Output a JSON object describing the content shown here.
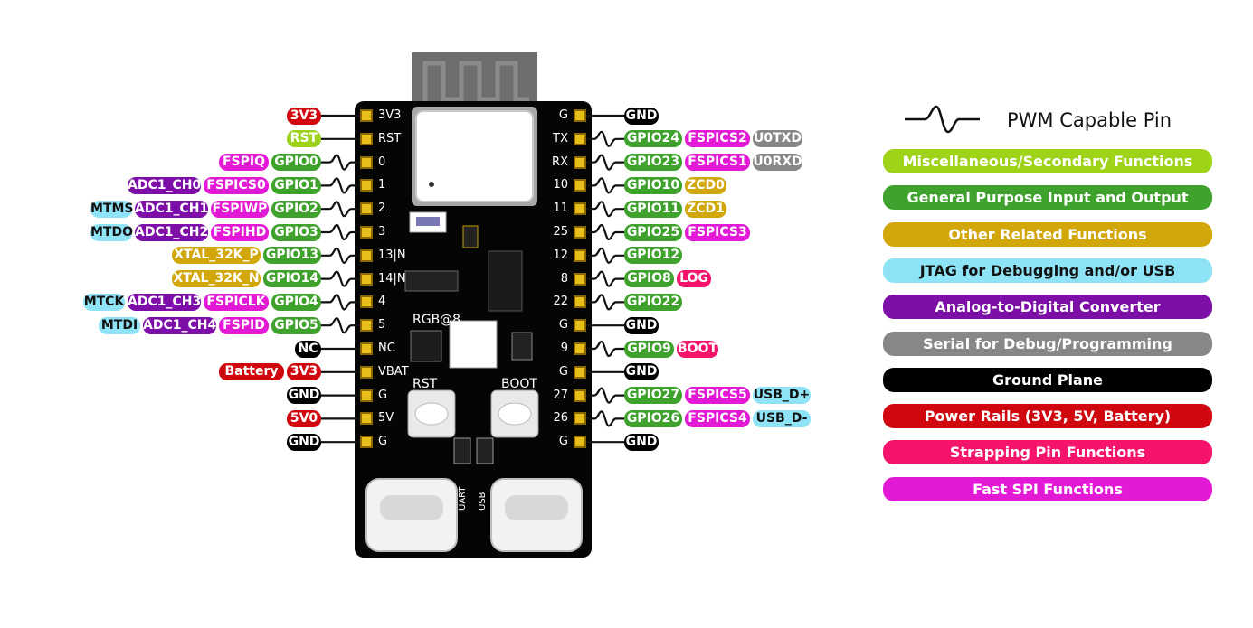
{
  "legend": {
    "pwm_label": "PWM Capable Pin",
    "items": [
      {
        "label": "Miscellaneous/Secondary Functions",
        "color": "#9fd31a"
      },
      {
        "label": "General Purpose Input and Output",
        "color": "#3fa22c"
      },
      {
        "label": "Other Related Functions",
        "color": "#d2a70c"
      },
      {
        "label": "JTAG for Debugging and/or USB",
        "color": "#8fe3f6"
      },
      {
        "label": "Analog-to-Digital Converter",
        "color": "#7d0ea8"
      },
      {
        "label": "Serial for Debug/Programming",
        "color": "#878787"
      },
      {
        "label": "Ground Plane",
        "color": "#000000"
      },
      {
        "label": "Power Rails (3V3, 5V, Battery)",
        "color": "#d0070e"
      },
      {
        "label": "Strapping Pin Functions",
        "color": "#f5136b"
      },
      {
        "label": "Fast SPI Functions",
        "color": "#e31ad5"
      }
    ]
  },
  "colors": {
    "misc": "#9fd31a",
    "gpio": "#3fa22c",
    "other": "#d2a70c",
    "jtag": "#8fe3f6",
    "adc": "#7d0ea8",
    "serial": "#878787",
    "gnd": "#000000",
    "power": "#d0070e",
    "strap": "#f5136b",
    "spi": "#e31ad5"
  },
  "board": {
    "silk_left": [
      "3V3",
      "RST",
      "0",
      "1",
      "2",
      "3",
      "13|N",
      "14|N",
      "4",
      "5",
      "NC",
      "VBAT",
      "G",
      "5V",
      "G"
    ],
    "silk_right": [
      "G",
      "TX",
      "RX",
      "10",
      "11",
      "25",
      "12",
      "8",
      "22",
      "G",
      "9",
      "G",
      "27",
      "26",
      "G"
    ],
    "rgb_label": "RGB@8",
    "rst_button": "RST",
    "boot_button": "BOOT",
    "uart_label": "UART",
    "usb_label": "USB"
  },
  "left_pins": [
    {
      "pwm": false,
      "labels": [
        {
          "t": "3V3",
          "c": "power"
        }
      ]
    },
    {
      "pwm": false,
      "labels": [
        {
          "t": "RST",
          "c": "misc"
        }
      ]
    },
    {
      "pwm": true,
      "labels": [
        {
          "t": "GPIO0",
          "c": "gpio"
        },
        {
          "t": "FSPIQ",
          "c": "spi"
        }
      ]
    },
    {
      "pwm": true,
      "labels": [
        {
          "t": "GPIO1",
          "c": "gpio"
        },
        {
          "t": "FSPICS0",
          "c": "spi"
        },
        {
          "t": "ADC1_CH0",
          "c": "adc"
        }
      ]
    },
    {
      "pwm": true,
      "labels": [
        {
          "t": "GPIO2",
          "c": "gpio"
        },
        {
          "t": "FSPIWP",
          "c": "spi"
        },
        {
          "t": "ADC1_CH1",
          "c": "adc"
        },
        {
          "t": "MTMS",
          "c": "jtag"
        }
      ]
    },
    {
      "pwm": true,
      "labels": [
        {
          "t": "GPIO3",
          "c": "gpio"
        },
        {
          "t": "FSPIHD",
          "c": "spi"
        },
        {
          "t": "ADC1_CH2",
          "c": "adc"
        },
        {
          "t": "MTDO",
          "c": "jtag"
        }
      ]
    },
    {
      "pwm": true,
      "labels": [
        {
          "t": "GPIO13",
          "c": "gpio"
        },
        {
          "t": "XTAL_32K_P",
          "c": "other"
        }
      ]
    },
    {
      "pwm": true,
      "labels": [
        {
          "t": "GPIO14",
          "c": "gpio"
        },
        {
          "t": "XTAL_32K_N",
          "c": "other"
        }
      ]
    },
    {
      "pwm": true,
      "labels": [
        {
          "t": "GPIO4",
          "c": "gpio"
        },
        {
          "t": "FSPICLK",
          "c": "spi"
        },
        {
          "t": "ADC1_CH3",
          "c": "adc"
        },
        {
          "t": "MTCK",
          "c": "jtag"
        }
      ]
    },
    {
      "pwm": true,
      "labels": [
        {
          "t": "GPIO5",
          "c": "gpio"
        },
        {
          "t": "FSPID",
          "c": "spi"
        },
        {
          "t": "ADC1_CH4",
          "c": "adc"
        },
        {
          "t": "MTDI",
          "c": "jtag"
        }
      ]
    },
    {
      "pwm": false,
      "labels": [
        {
          "t": "NC",
          "c": "gnd"
        }
      ]
    },
    {
      "pwm": false,
      "labels": [
        {
          "t": "3V3",
          "c": "power"
        },
        {
          "t": "Battery",
          "c": "power"
        }
      ]
    },
    {
      "pwm": false,
      "labels": [
        {
          "t": "GND",
          "c": "gnd"
        }
      ]
    },
    {
      "pwm": false,
      "labels": [
        {
          "t": "5V0",
          "c": "power"
        }
      ]
    },
    {
      "pwm": false,
      "labels": [
        {
          "t": "GND",
          "c": "gnd"
        }
      ]
    }
  ],
  "right_pins": [
    {
      "pwm": false,
      "labels": [
        {
          "t": "GND",
          "c": "gnd"
        }
      ]
    },
    {
      "pwm": true,
      "labels": [
        {
          "t": "GPIO24",
          "c": "gpio"
        },
        {
          "t": "FSPICS2",
          "c": "spi"
        },
        {
          "t": "U0TXD",
          "c": "serial"
        }
      ]
    },
    {
      "pwm": true,
      "labels": [
        {
          "t": "GPIO23",
          "c": "gpio"
        },
        {
          "t": "FSPICS1",
          "c": "spi"
        },
        {
          "t": "U0RXD",
          "c": "serial"
        }
      ]
    },
    {
      "pwm": true,
      "labels": [
        {
          "t": "GPIO10",
          "c": "gpio"
        },
        {
          "t": "ZCD0",
          "c": "other"
        }
      ]
    },
    {
      "pwm": true,
      "labels": [
        {
          "t": "GPIO11",
          "c": "gpio"
        },
        {
          "t": "ZCD1",
          "c": "other"
        }
      ]
    },
    {
      "pwm": true,
      "labels": [
        {
          "t": "GPIO25",
          "c": "gpio"
        },
        {
          "t": "FSPICS3",
          "c": "spi"
        }
      ]
    },
    {
      "pwm": true,
      "labels": [
        {
          "t": "GPIO12",
          "c": "gpio"
        }
      ]
    },
    {
      "pwm": true,
      "labels": [
        {
          "t": "GPIO8",
          "c": "gpio"
        },
        {
          "t": "LOG",
          "c": "strap"
        }
      ]
    },
    {
      "pwm": true,
      "labels": [
        {
          "t": "GPIO22",
          "c": "gpio"
        }
      ]
    },
    {
      "pwm": false,
      "labels": [
        {
          "t": "GND",
          "c": "gnd"
        }
      ]
    },
    {
      "pwm": true,
      "labels": [
        {
          "t": "GPIO9",
          "c": "gpio"
        },
        {
          "t": "BOOT",
          "c": "strap"
        }
      ]
    },
    {
      "pwm": false,
      "labels": [
        {
          "t": "GND",
          "c": "gnd"
        }
      ]
    },
    {
      "pwm": true,
      "labels": [
        {
          "t": "GPIO27",
          "c": "gpio"
        },
        {
          "t": "FSPICS5",
          "c": "spi"
        },
        {
          "t": "USB_D+",
          "c": "jtag"
        }
      ]
    },
    {
      "pwm": true,
      "labels": [
        {
          "t": "GPIO26",
          "c": "gpio"
        },
        {
          "t": "FSPICS4",
          "c": "spi"
        },
        {
          "t": "USB_D-",
          "c": "jtag"
        }
      ]
    },
    {
      "pwm": false,
      "labels": [
        {
          "t": "GND",
          "c": "gnd"
        }
      ]
    }
  ]
}
